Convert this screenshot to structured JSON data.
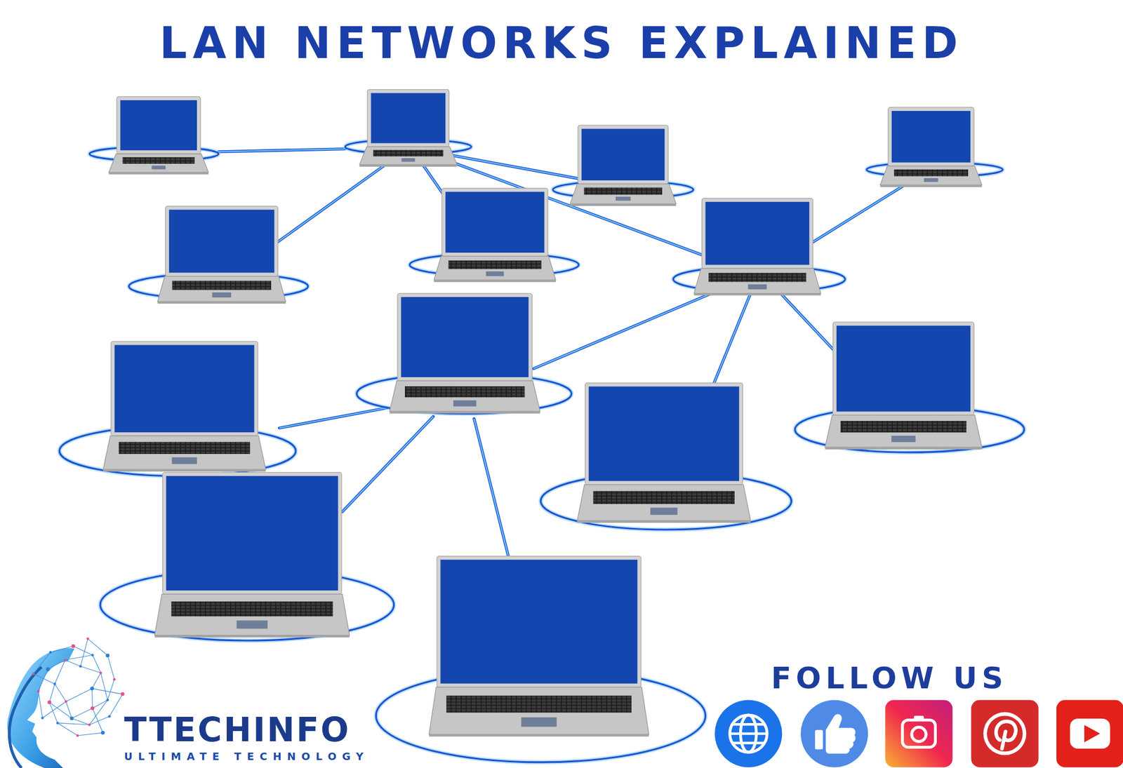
{
  "diagram": {
    "title": "LAN NETWORKS EXPLAINED",
    "labels": [
      "TTECHINFO",
      "ULTIMATE TECHNOLOGY",
      "FOLLOW US"
    ]
  }
}
